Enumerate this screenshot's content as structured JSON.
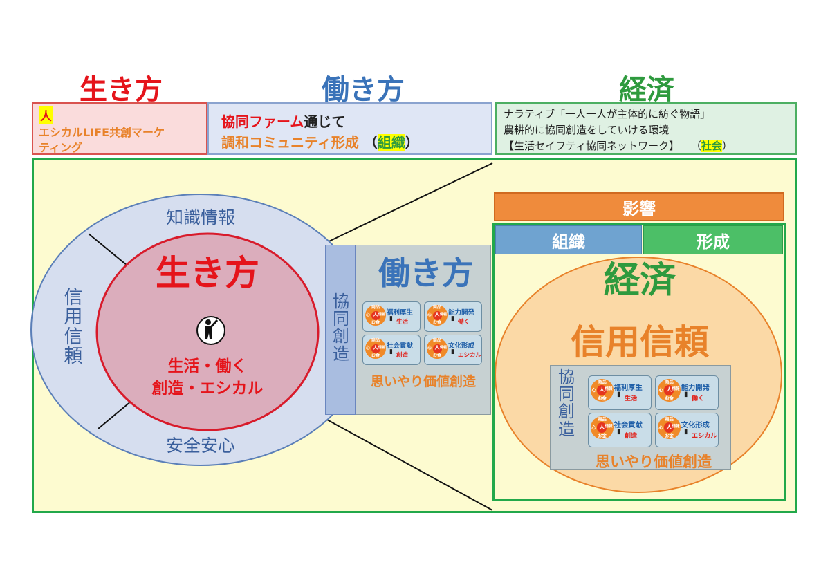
{
  "header": {
    "ikikata": "生き方",
    "hatarakikata": "働き方",
    "keizai": "経済"
  },
  "top_boxes": {
    "left": {
      "tag": "人",
      "line1": "エシカルLIFE共創マーケ",
      "line2": "ティング"
    },
    "middle": {
      "line1_a": "協同ファーム",
      "line1_b": "通じて",
      "line2": "調和コミュニティ形成",
      "paren_open": "（",
      "highlight": "組織",
      "paren_close": "）"
    },
    "right": {
      "line1": "ナラティブ「一人一人が主体的に紡ぐ物語」",
      "line2": "農耕的に協同創造をしていける環境",
      "line3": "【生活セイフティ協同ネットワーク】",
      "paren_open": "（",
      "highlight": "社会",
      "paren_close": "）"
    }
  },
  "ring": {
    "top": "知識情報",
    "left": [
      "信",
      "用",
      "信",
      "頼"
    ],
    "bottom": "安全安心"
  },
  "core": {
    "title": "生き方",
    "person_icon": "person-waving-icon",
    "line1": "生活・働く",
    "line2": "創造・エシカル"
  },
  "work_panel": {
    "vertical": [
      "協",
      "同",
      "創",
      "造"
    ],
    "title": "働き方",
    "footer": "思いやり価値創造"
  },
  "tiles": [
    {
      "label": "福利厚生",
      "sub": "生活"
    },
    {
      "label": "能力開発",
      "sub": "働く"
    },
    {
      "label": "社会貢献",
      "sub": "創造"
    },
    {
      "label": "文化形成",
      "sub": "エシカル"
    }
  ],
  "badge_text": {
    "top": "商品",
    "center": "人",
    "left": "心",
    "right": "情報",
    "bottom": "お金"
  },
  "right_panel": {
    "influence": "影響",
    "org": "組織",
    "formation": "形成",
    "keizai": "経済",
    "trust": "信用信頼",
    "vertical": [
      "協",
      "同",
      "創",
      "造"
    ],
    "footer": "思いやり価値創造"
  },
  "colors": {
    "red": "#e5141b",
    "blue": "#3a73b9",
    "green": "#2e9a3e",
    "orange": "#e8822a",
    "pale_yellow": "#fdfbd0",
    "ring": "#d6deef",
    "core": "#dbadbc",
    "frame_green": "#22a84a"
  }
}
